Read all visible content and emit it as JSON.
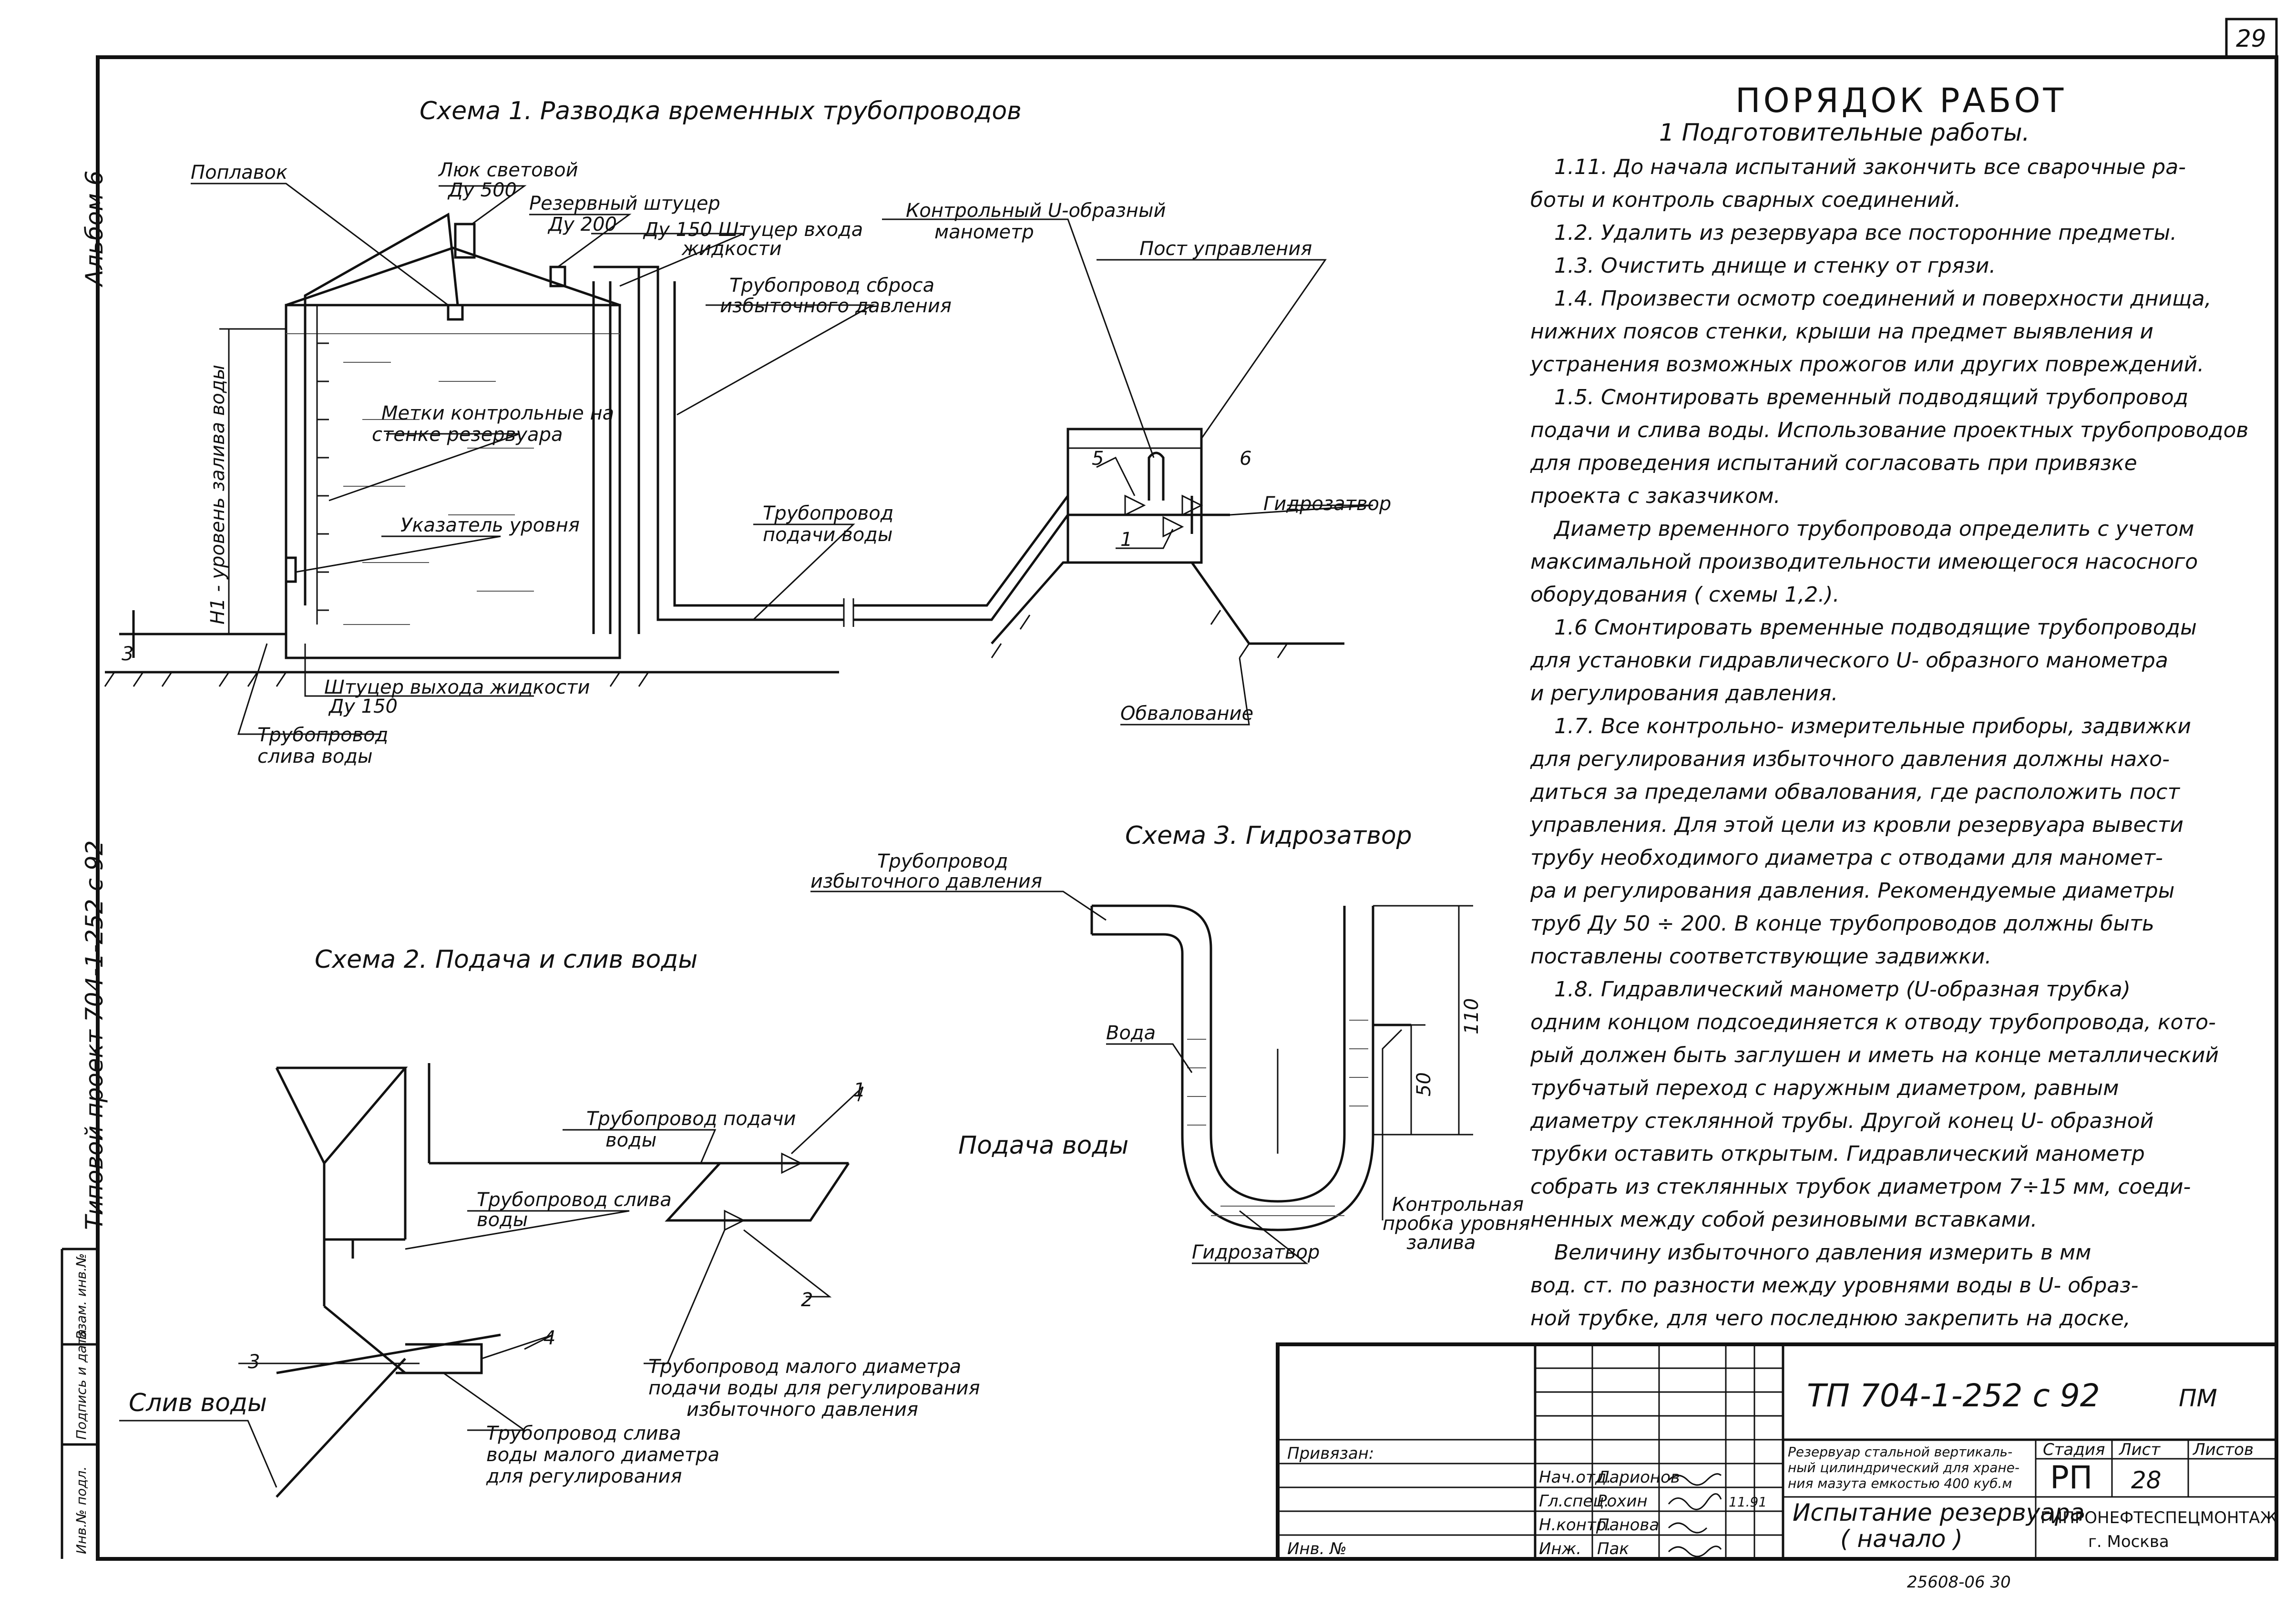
{
  "page_number": "29",
  "side_margin": {
    "album": "Альбом 6",
    "project": "Типовой проект 704-1-252 с 92",
    "stamp_cells": [
      "Инв.№ подл.",
      "Подпись и дата",
      "Взам. инв.№"
    ]
  },
  "scheme1": {
    "title": "Схема 1.  Разводка  временных  трубопроводов",
    "labels": {
      "float": "Поплавок",
      "hatch": "Люк световой",
      "hatch_dn": "Ду 500",
      "reserve": "Резервный штуцер",
      "reserve_dn": "Ду 200",
      "inlet": "Ду 150 Штуцер входа",
      "inlet2": "жидкости",
      "manometer": "Контрольный U-образный",
      "manometer2": "манометр",
      "overflow": "Трубопровод сброса",
      "overflow2": "избыточного давления",
      "post": "Пост управления",
      "marks": "Метки контрольные на",
      "marks2": "стенке     резервуара",
      "level_ind": "Указатель уровня",
      "level_h": "H1 - уровень залива воды",
      "supply": "Трубопровод",
      "supply2": "подачи воды",
      "outlet": "Штуцер выхода жидкости",
      "outlet_dn": "Ду 150",
      "drain": "Трубопровод",
      "drain2": "слива воды",
      "valve5": "5",
      "valve6": "6",
      "valve1": "1",
      "valve3": "3",
      "seal": "Гидрозатвор",
      "embank": "Обвалование"
    }
  },
  "scheme2": {
    "title": "Схема 2.   Подача  и  слив  воды",
    "labels": {
      "supply_pipe": "Трубопровод подачи",
      "supply_pipe2": "воды",
      "drain_pipe": "Трубопровод слива",
      "drain_pipe2": "воды",
      "water_supply": "Подача  воды",
      "drain_water": "Слив  воды",
      "small_pipe": "Трубопровод малого диаметра",
      "small_pipe2": "подачи воды для регулирования",
      "small_pipe3": "избыточного давления",
      "small_drain": "Трубопровод слива",
      "small_drain2": "воды малого диаметра",
      "small_drain3": "для регулирования",
      "n1": "1",
      "n2": "2",
      "n3": "3",
      "n4": "4"
    }
  },
  "scheme3": {
    "title": "Схема 3.   Гидрозатвор",
    "labels": {
      "pipe": "Трубопровод",
      "pipe2": "избыточного давления",
      "water": "Вода",
      "seal": "Гидрозатвор",
      "plug": "Контрольная",
      "plug2": "пробка уровня",
      "plug3": "залива",
      "dim110": "110",
      "dim50": "50"
    }
  },
  "procedure": {
    "heading": "ПОРЯДОК  РАБОТ",
    "subheading": "1  Подготовительные  работы.",
    "lines": [
      "1.11.  До начала  испытаний  закончить  все  сварочные  ра-",
      "боты   и   контроль   сварных   соединений.",
      "1.2.   Удалить  из  резервуара  все  посторонние  предметы.",
      "1.3.   Очистить  днище   и   стенку   от   грязи.",
      "1.4.  Произвести  осмотр  соединений  и  поверхности  днища,",
      "нижних  поясов  стенки,  крыши  на  предмет  выявления    и",
      "устранения  возможных  прожогов  или  других  повреждений.",
      "1.5.   Смонтировать  временный  подводящий  трубопровод",
      "подачи  и  слива  воды.  Использование  проектных  трубопроводов",
      "для  проведения  испытаний   согласовать  при  привязке",
      "проекта   с   заказчиком.",
      "Диаметр  временного  трубопровода  определить  с  учетом",
      "максимальной  производительности  имеющегося  насосного",
      "оборудования  ( схемы  1,2.).",
      "1.6    Смонтировать  временные  подводящие  трубопроводы",
      "для  установки  гидравлического  U- образного  манометра",
      "и   регулирования   давления.",
      "1.7.   Все  контрольно- измерительные   приборы,  задвижки",
      "для  регулирования  избыточного  давления  должны  нахо-",
      "диться  за  пределами  обвалования,  где  расположить  пост",
      "управления.  Для  этой  цели  из  кровли  резервуара  вывести",
      "трубу  необходимого  диаметра  с  отводами  для  маномет-",
      "ра   и   регулирования  давления.   Рекомендуемые  диаметры",
      "труб   Ду  50 ÷ 200.   В  конце   трубопроводов  должны  быть",
      "поставлены  соответствующие  задвижки.",
      "1.8.   Гидравлический  манометр  (U-образная  трубка)",
      "одним  концом  подсоединяется  к  отводу  трубопровода,  кото-",
      "рый  должен  быть  заглушен  и  иметь  на  конце  металлический",
      "трубчатый  переход   с  наружным  диаметром,  равным",
      "диаметру  стеклянной  трубы.   Другой  конец   U- образной",
      "трубки  оставить  открытым.   Гидравлический   манометр",
      "собрать  из  стеклянных  трубок  диаметром  7÷15 мм,  соеди-",
      "ненных  между  собой  резиновыми  вставками.",
      "Величину  избыточного  давления  измерить  в  мм",
      "вод.  ст.   по  разности  между  уровнями  воды  в  U- образ-",
      "ной  трубке,  для  чего  последнюю  закрепить  на   доске,"
    ]
  },
  "stamp": {
    "code": "ТП  704-1-252 с 92",
    "mark": "ПМ",
    "attached": "Привязан:",
    "object1": "Резервуар стальной вертикаль-",
    "object2": "ный цилиндрический для хране-",
    "object3": "ния мазута емкостью 400 куб.м",
    "stage_h": "Стадия",
    "sheet_h": "Лист",
    "sheets_h": "Листов",
    "stage": "РП",
    "sheet": "28",
    "sheets": "",
    "roles": [
      "Нач.отд.",
      "Гл.спец.",
      "Н.контр.",
      "Инж."
    ],
    "names": [
      "Ларионов",
      "Рохин",
      "Панова",
      "Пак"
    ],
    "date": "11.91",
    "doc_title1": "Испытание резервуара",
    "doc_title2": "( начало )",
    "org1": "ГИПРОНЕФТЕСПЕЦМОНТАЖ",
    "org2": "г. Москва",
    "inv": "Инв. №",
    "archive": "25608-06    30"
  }
}
